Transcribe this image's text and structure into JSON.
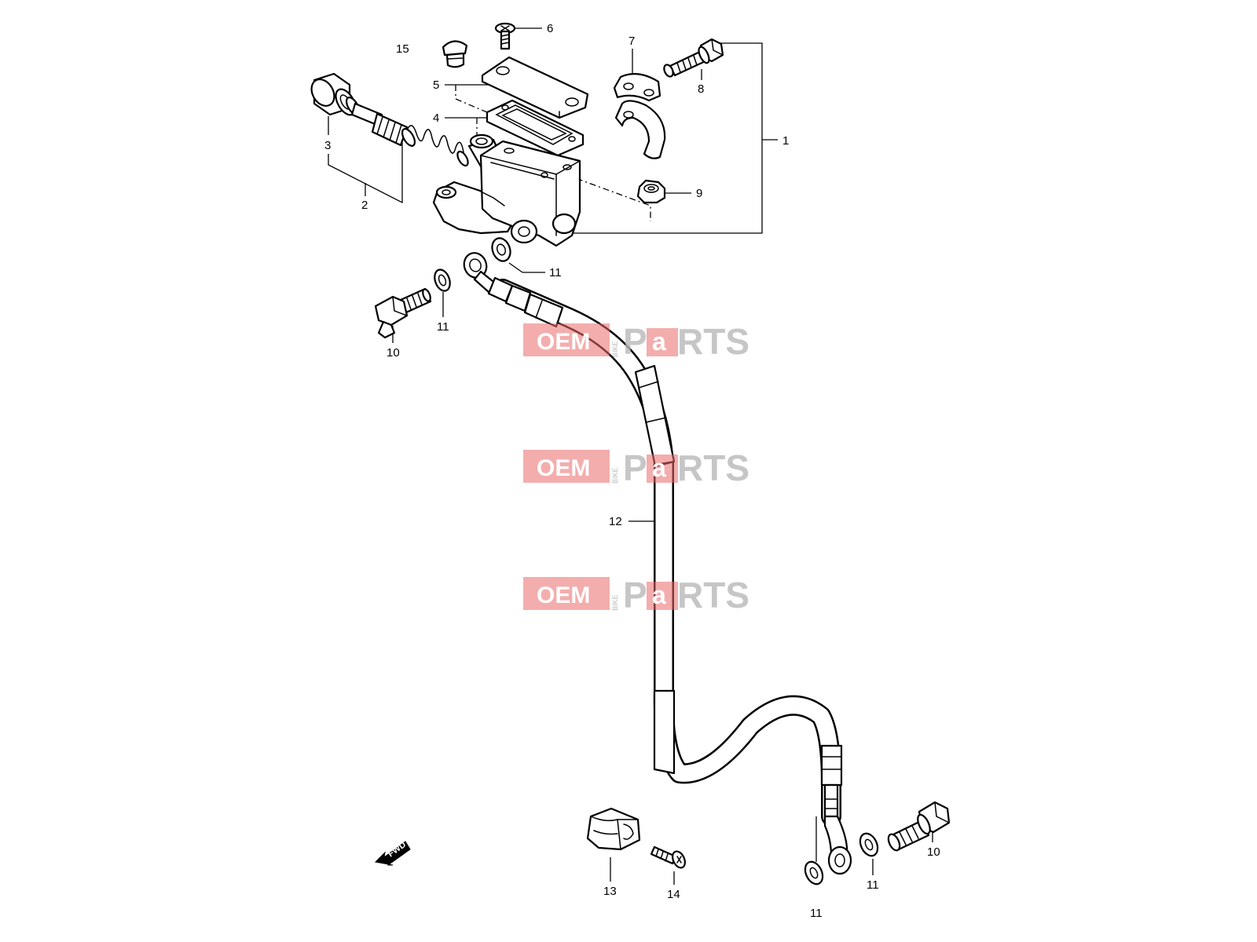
{
  "diagram": {
    "callouts": {
      "c1": "1",
      "c2": "2",
      "c3": "3",
      "c4": "4",
      "c5": "5",
      "c6": "6",
      "c7": "7",
      "c8": "8",
      "c9": "9",
      "c10a": "10",
      "c10b": "10",
      "c11a": "11",
      "c11b": "11",
      "c11c": "11",
      "c11d": "11",
      "c12": "12",
      "c13": "13",
      "c14": "14",
      "c15": "15"
    },
    "fwd_label": "FWD",
    "watermark": {
      "oem": "OEM",
      "bike": "BIKE",
      "p": "P",
      "a": "a",
      "rts": "RTS",
      "color": "#e96a6a"
    }
  }
}
